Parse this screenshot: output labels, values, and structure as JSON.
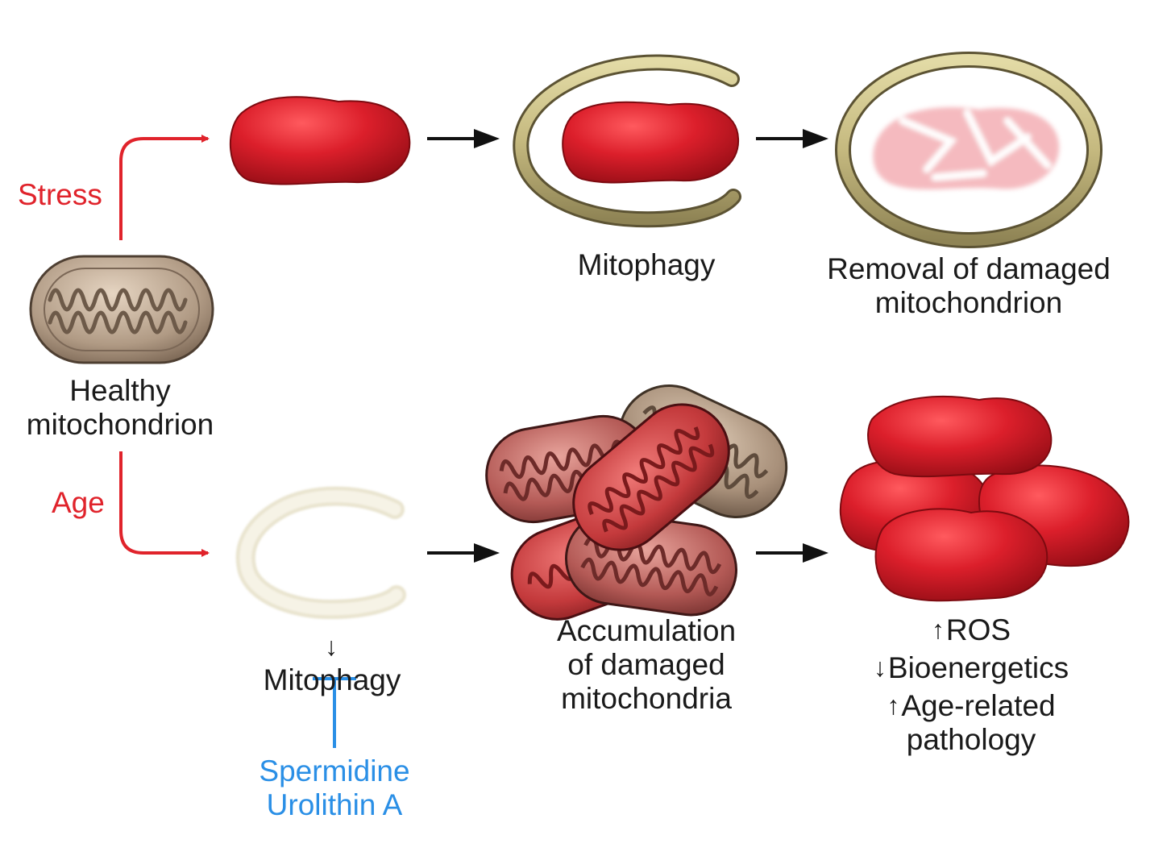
{
  "colors": {
    "flow_red": "#e0232b",
    "inhibitor_blue": "#2a8fe6",
    "damaged_red": "#d81f2b",
    "healthy_brown": "#9c8670",
    "phagophore_olive": "#c8bd85",
    "arrow_black": "#111111"
  },
  "labels": {
    "stress": "Stress",
    "age": "Age",
    "healthy": [
      "Healthy",
      "mitochondrion"
    ],
    "mitophagy": "Mitophagy",
    "removal": [
      "Removal of damaged",
      "mitochondrion"
    ],
    "reduced_mitophagy": "Mitophagy",
    "inhibitors": [
      "Spermidine",
      "Urolithin A"
    ],
    "accumulation": [
      "Accumulation",
      "of damaged",
      "mitochondria"
    ],
    "outcome_ros": "ROS",
    "outcome_bioenergetics": "Bioenergetics",
    "outcome_pathology": [
      "Age-related",
      "pathology"
    ]
  },
  "indicators": {
    "up": "↑",
    "down": "↓"
  }
}
